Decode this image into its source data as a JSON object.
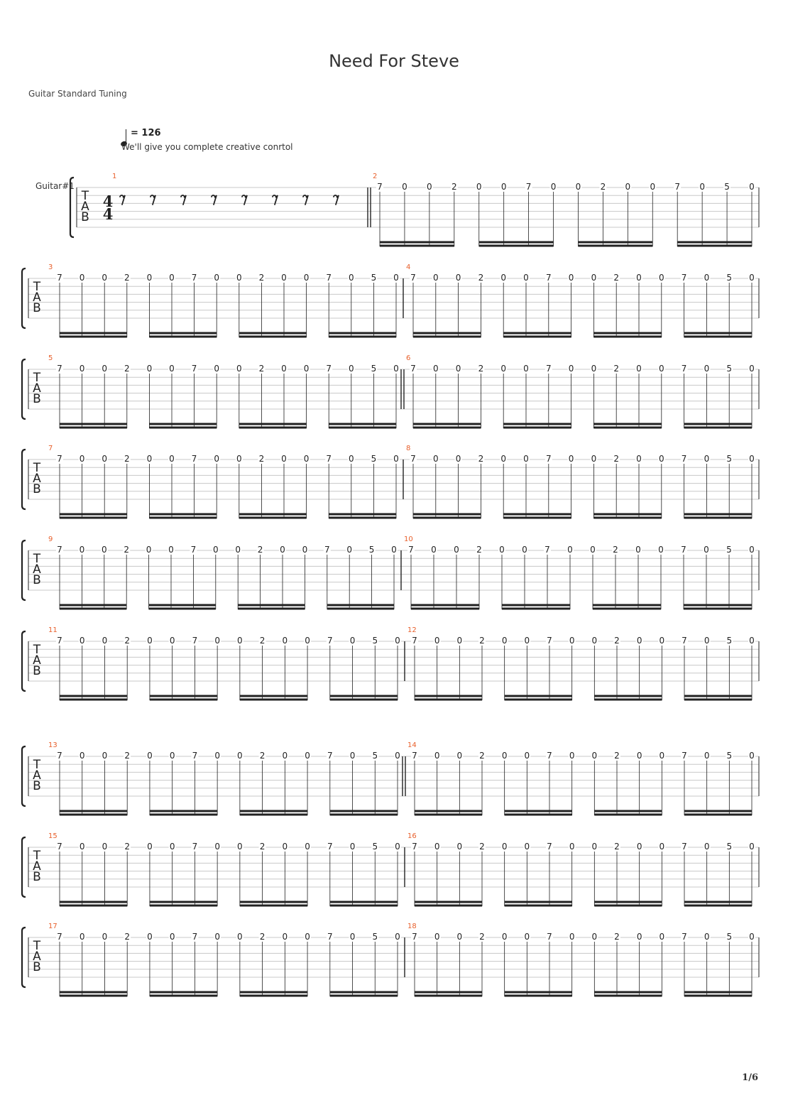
{
  "song": {
    "title": "Need For Steve",
    "tuning": "Guitar Standard Tuning",
    "tempo_text": "= 126",
    "tempo_value": 126,
    "text_marker": "We'll give you complete creative conrtol",
    "track_name": "Guitar#1",
    "time_signature": {
      "top": "4",
      "bottom": "4"
    },
    "tab_clef": [
      "T",
      "A",
      "B"
    ],
    "rest_symbol": "𝄾",
    "measure_1_rests": 8
  },
  "riff": [
    "7",
    "0",
    "0",
    "2",
    "0",
    "0",
    "7",
    "0",
    "0",
    "2",
    "0",
    "0",
    "7",
    "0",
    "5",
    "0"
  ],
  "measures": [
    {
      "number": "1",
      "content": "rests"
    },
    {
      "number": "2",
      "content": "riff",
      "repeat_start": true
    },
    {
      "number": "3",
      "content": "riff"
    },
    {
      "number": "4",
      "content": "riff"
    },
    {
      "number": "5",
      "content": "riff"
    },
    {
      "number": "6",
      "content": "riff",
      "double_bar": true
    },
    {
      "number": "7",
      "content": "riff"
    },
    {
      "number": "8",
      "content": "riff"
    },
    {
      "number": "9",
      "content": "riff"
    },
    {
      "number": "10",
      "content": "riff"
    },
    {
      "number": "11",
      "content": "riff"
    },
    {
      "number": "12",
      "content": "riff"
    },
    {
      "number": "13",
      "content": "riff"
    },
    {
      "number": "14",
      "content": "riff",
      "double_bar": true
    },
    {
      "number": "15",
      "content": "riff"
    },
    {
      "number": "16",
      "content": "riff"
    },
    {
      "number": "17",
      "content": "riff"
    },
    {
      "number": "18",
      "content": "riff"
    }
  ],
  "colors": {
    "measure_number": "#e8602c",
    "staff_line": "#c8c8c8",
    "notation": "#222222"
  },
  "page_number": "1/6"
}
